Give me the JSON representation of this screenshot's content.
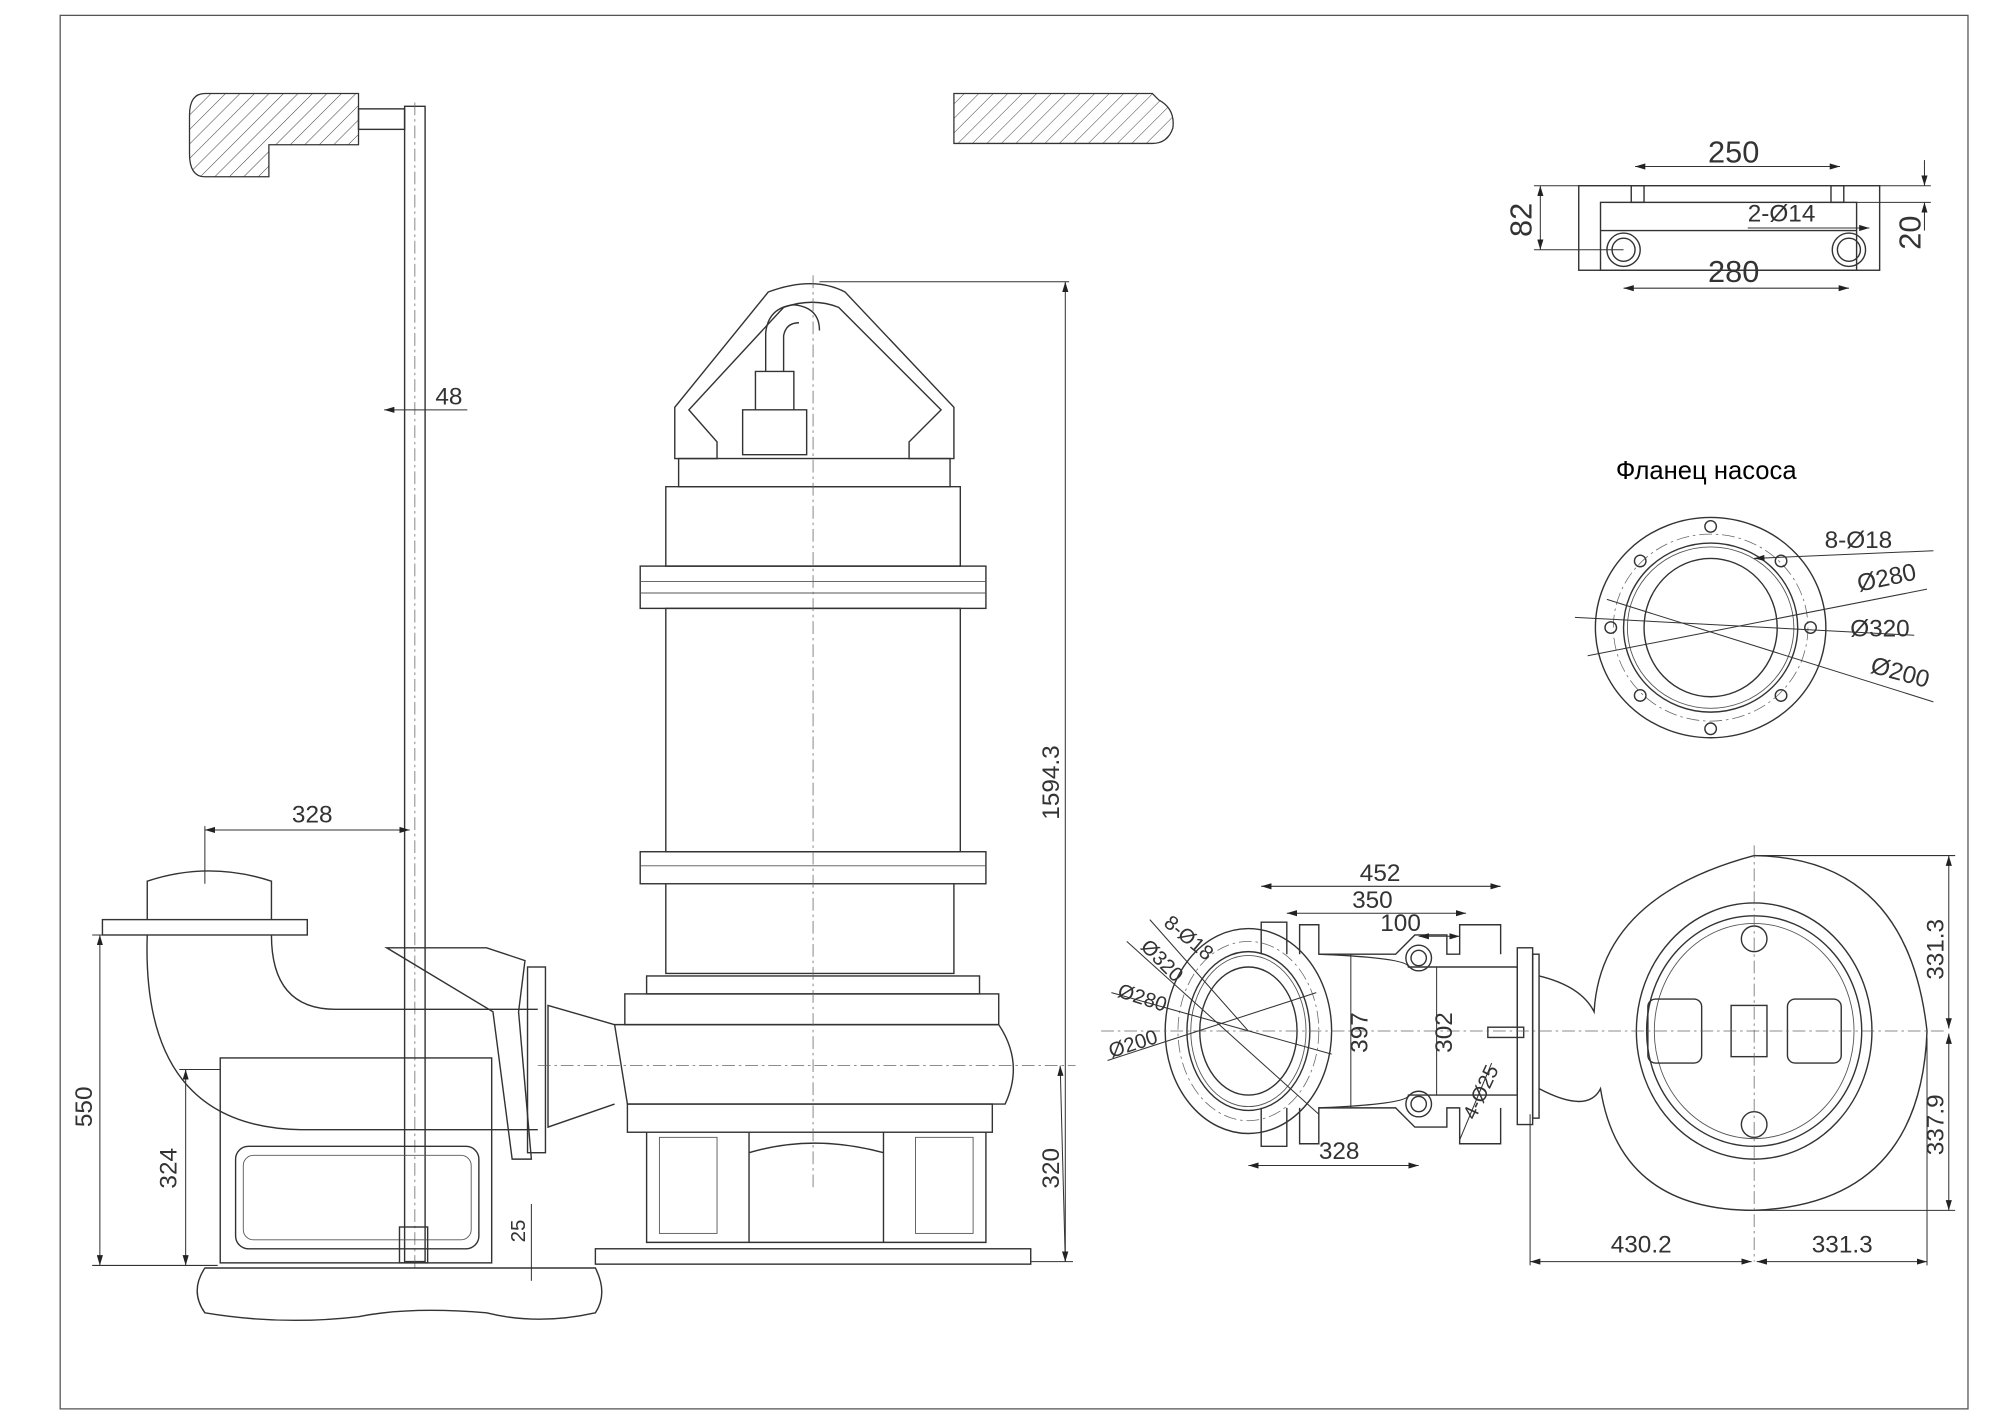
{
  "drawing": {
    "side_view": {
      "rail_offset": "48",
      "discharge_offset": "328",
      "discharge_height": "550",
      "stand_height": "324",
      "base_plate": "25",
      "total_height": "1594.3",
      "outlet_height": "320"
    },
    "bracket_view": {
      "width_inner": "250",
      "hole_spacing": "280",
      "height": "82",
      "thickness": "20",
      "holes": "2-Ø14"
    },
    "pump_flange": {
      "title": "Фланец насоса",
      "bolt_holes": "8-Ø18",
      "d_280": "Ø280",
      "d_320": "Ø320",
      "d_200": "Ø200"
    },
    "plan_view": {
      "width_452": "452",
      "width_350": "350",
      "width_100": "100",
      "bolt_holes": "8-Ø18",
      "d_320": "Ø320",
      "d_280": "Ø280",
      "d_200": "Ø200",
      "height_397": "397",
      "height_302": "302",
      "anchor_holes": "4-Ø25",
      "offset_328": "328",
      "left_430": "430.2",
      "right_331": "331.3",
      "top_331": "331.3",
      "bottom_337": "337.9"
    }
  }
}
